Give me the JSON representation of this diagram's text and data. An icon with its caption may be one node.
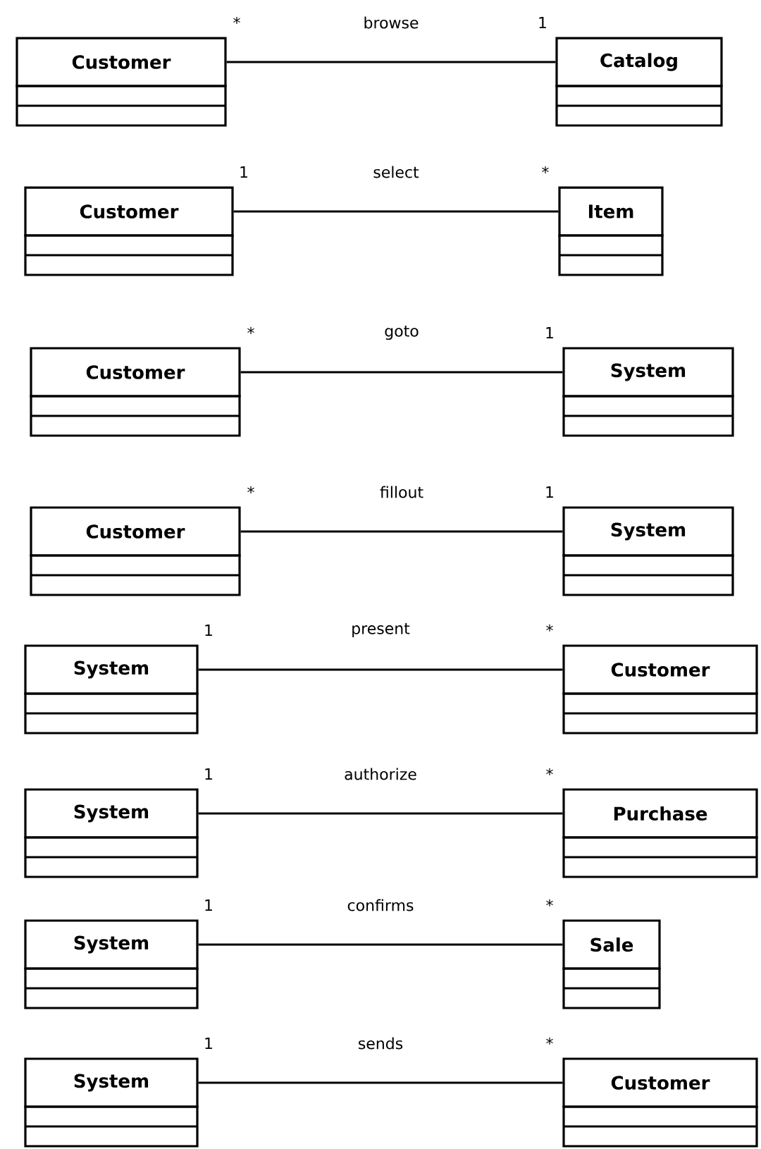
{
  "diagram": {
    "nodes": [
      {
        "text": [
          "Customer"
        ],
        "beside": [
          "*"
        ]
      },
      {
        "text": [
          "Catalog"
        ],
        "beside": [
          "1"
        ]
      },
      {
        "text": [
          "Customer"
        ],
        "beside": [
          "1"
        ]
      },
      {
        "text": [
          "Item"
        ],
        "beside": [
          "*"
        ]
      },
      {
        "text": [
          "Customer"
        ],
        "beside": [
          "*"
        ]
      },
      {
        "text": [
          "System"
        ],
        "beside": [
          "1"
        ]
      },
      {
        "text": [
          "Customer"
        ],
        "beside": [
          "*"
        ]
      },
      {
        "text": [
          "System"
        ],
        "beside": [
          "1"
        ]
      },
      {
        "text": [
          "System"
        ],
        "beside": [
          "1"
        ]
      },
      {
        "text": [
          "Customer"
        ],
        "beside": [
          "*"
        ]
      },
      {
        "text": [
          "System"
        ],
        "beside": [
          "1"
        ]
      },
      {
        "text": [
          "Purchase"
        ],
        "beside": [
          "*"
        ]
      },
      {
        "text": [
          "System"
        ],
        "beside": [
          "1"
        ]
      },
      {
        "text": [
          "Sale"
        ],
        "beside": [
          "*"
        ]
      },
      {
        "text": [
          "System"
        ],
        "beside": [
          "1"
        ]
      },
      {
        "text": [
          "Customer"
        ],
        "beside": [
          "*"
        ]
      }
    ],
    "edges": [
      {
        "from": 0,
        "to": 1,
        "arrow": "none",
        "label": "browse"
      },
      {
        "from": 2,
        "to": 3,
        "arrow": "none",
        "label": "select"
      },
      {
        "from": 4,
        "to": 5,
        "arrow": "none",
        "label": "goto"
      },
      {
        "from": 6,
        "to": 7,
        "arrow": "none",
        "label": "fillout"
      },
      {
        "from": 8,
        "to": 9,
        "arrow": "none",
        "label": "present"
      },
      {
        "from": 10,
        "to": 11,
        "arrow": "none",
        "label": "authorize"
      },
      {
        "from": 12,
        "to": 13,
        "arrow": "none",
        "label": "confirms"
      },
      {
        "from": 14,
        "to": 15,
        "arrow": "none",
        "label": "sends"
      }
    ]
  }
}
